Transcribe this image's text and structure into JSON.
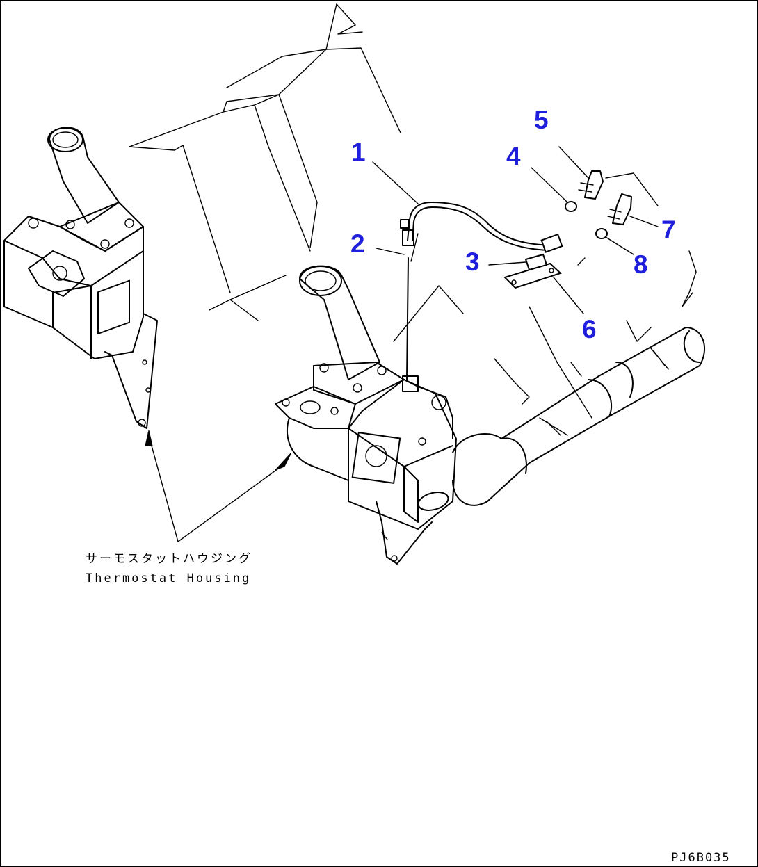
{
  "callouts": [
    {
      "id": "1",
      "label": "1"
    },
    {
      "id": "2",
      "label": "2"
    },
    {
      "id": "3",
      "label": "3"
    },
    {
      "id": "4",
      "label": "4"
    },
    {
      "id": "5",
      "label": "5"
    },
    {
      "id": "6",
      "label": "6"
    },
    {
      "id": "7",
      "label": "7"
    },
    {
      "id": "8",
      "label": "8"
    }
  ],
  "caption": {
    "japanese": "サーモスタットハウジング",
    "english": "Thermostat Housing"
  },
  "drawing_code": "PJ6B035",
  "colors": {
    "callout": "#1e1edc",
    "line": "#000000",
    "background": "#ffffff"
  }
}
